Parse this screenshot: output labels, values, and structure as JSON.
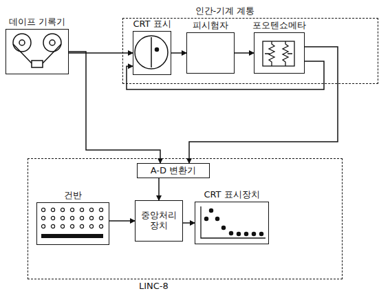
{
  "diagram": {
    "nodes": [
      {
        "text": [
          "인간-기계 계통"
        ]
      },
      {
        "text": [
          "데이프 기록기"
        ]
      },
      {
        "text": [
          "CRT 표시"
        ],
        "in": 0
      },
      {
        "text": [
          "피시험자"
        ],
        "in": 0
      },
      {
        "text": [
          "포오텐쇼메타"
        ],
        "in": 0
      },
      {
        "text": [
          "LINC-8"
        ]
      },
      {
        "text": [
          "A-D 변환기"
        ],
        "in": 5
      },
      {
        "text": [
          "건반"
        ],
        "in": 5
      },
      {
        "text": [
          "중앙처리 장치"
        ],
        "in": 5
      },
      {
        "text": [
          "CRT 표시장치"
        ],
        "in": 5
      }
    ],
    "edges": [
      {
        "from": 1,
        "to": 2,
        "arrow": "to"
      },
      {
        "from": 2,
        "to": 3,
        "arrow": "to"
      },
      {
        "from": 3,
        "to": 4,
        "arrow": "to"
      },
      {
        "from": 4,
        "to": 2,
        "arrow": "to"
      },
      {
        "from": 1,
        "to": 6,
        "arrow": "to"
      },
      {
        "from": 4,
        "to": 6,
        "arrow": "to"
      },
      {
        "from": 6,
        "to": 8,
        "arrow": "to"
      },
      {
        "from": 7,
        "to": 8,
        "arrow": "to"
      },
      {
        "from": 8,
        "to": 9,
        "arrow": "to"
      }
    ]
  }
}
